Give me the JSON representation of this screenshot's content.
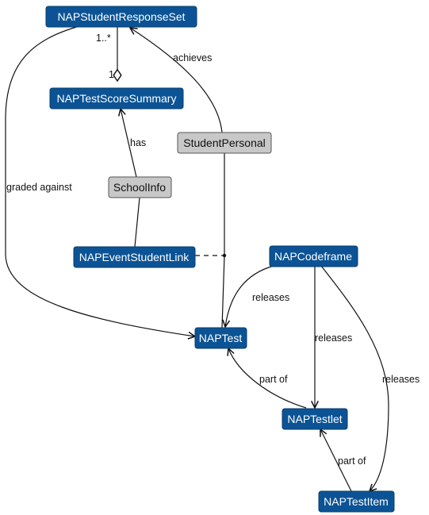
{
  "nodes": {
    "response_set": {
      "label": "NAPStudentResponseSet",
      "style": "blue"
    },
    "score_summary": {
      "label": "NAPTestScoreSummary",
      "style": "blue"
    },
    "student_personal": {
      "label": "StudentPersonal",
      "style": "grey"
    },
    "school_info": {
      "label": "SchoolInfo",
      "style": "grey"
    },
    "event_student_link": {
      "label": "NAPEventStudentLink",
      "style": "blue"
    },
    "codeframe": {
      "label": "NAPCodeframe",
      "style": "blue"
    },
    "test": {
      "label": "NAPTest",
      "style": "blue"
    },
    "testlet": {
      "label": "NAPTestlet",
      "style": "blue"
    },
    "test_item": {
      "label": "NAPTestItem",
      "style": "blue"
    }
  },
  "edges": {
    "multiplicity_many": "1..*",
    "multiplicity_one": "1",
    "achieves": "achieves",
    "has": "has",
    "graded_against": "graded against",
    "releases_test": "releases",
    "releases_testlet": "releases",
    "releases_item": "releases",
    "part_of_testlet": "part of",
    "part_of_item": "part of"
  },
  "colors": {
    "blue_node": "#0b5394",
    "grey_node": "#c8c8c8",
    "edge": "#111111",
    "background": "#ffffff"
  }
}
